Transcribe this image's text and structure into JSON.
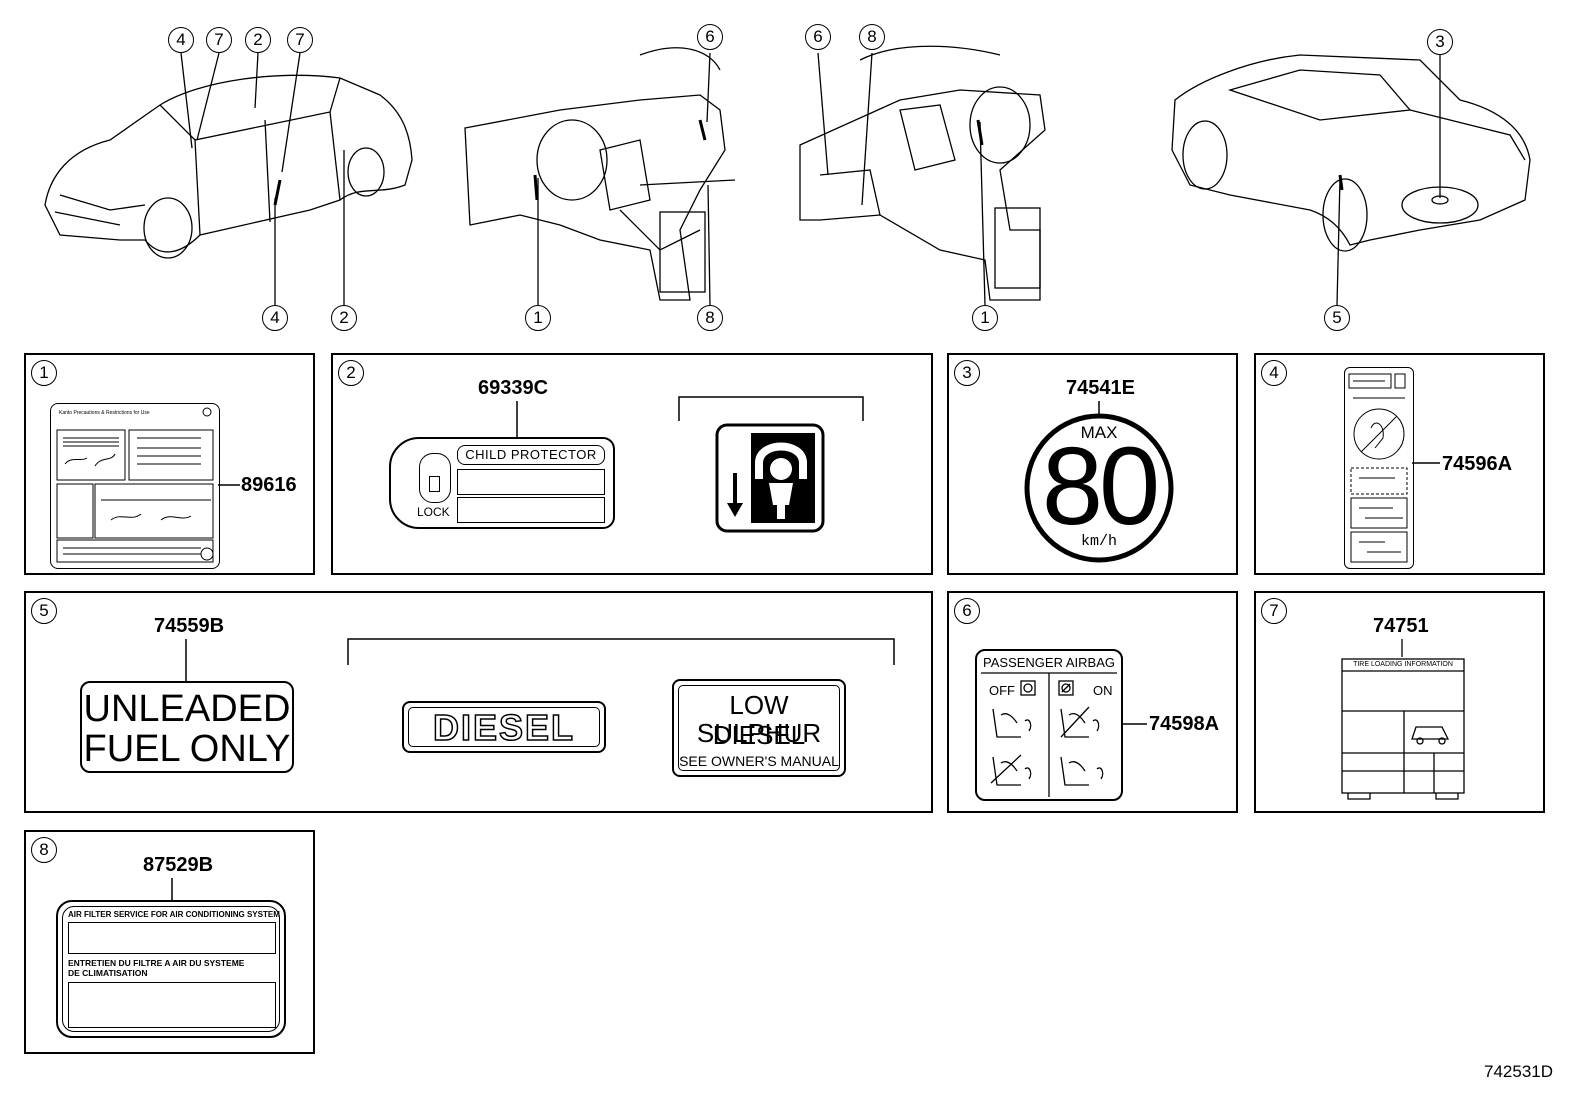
{
  "diagram_code": "742531D",
  "callouts": {
    "view1_top": [
      "4",
      "7",
      "2",
      "7"
    ],
    "view1_bottom": [
      "4",
      "2"
    ],
    "view2_top": [
      "6"
    ],
    "view2_bottom": [
      "1",
      "8"
    ],
    "view3_top": [
      "6",
      "8"
    ],
    "view3_bottom": [
      "1"
    ],
    "view4_top": [
      "3"
    ],
    "view4_bottom": [
      "5"
    ]
  },
  "panels": {
    "p1": {
      "num": "1",
      "part": "89616",
      "label_title": "Kanto Precautions & Restrictions for Use"
    },
    "p2": {
      "num": "2",
      "part": "69339C",
      "header": "CHILD PROTECTOR",
      "lock": "LOCK"
    },
    "p3": {
      "num": "3",
      "part": "74541E",
      "max": "MAX",
      "speed": "80",
      "unit": "km/h"
    },
    "p4": {
      "num": "4",
      "part": "74596A"
    },
    "p5": {
      "num": "5",
      "part": "74559B",
      "unleaded_line1": "UNLEADED",
      "unleaded_line2": "FUEL ONLY",
      "diesel": "DIESEL",
      "low_line1": "LOW SULPHUR",
      "low_line2": "DIESEL",
      "low_line3": "SEE OWNER'S MANUAL"
    },
    "p6": {
      "num": "6",
      "part": "74598A",
      "title": "PASSENGER AIRBAG",
      "off": "OFF",
      "on": "ON"
    },
    "p7": {
      "num": "7",
      "part": "74751",
      "title": "TIRE LOADING INFORMATION"
    },
    "p8": {
      "num": "8",
      "part": "87529B",
      "line_en": "AIR FILTER SERVICE FOR AIR CONDITIONING SYSTEM",
      "line_fr1": "ENTRETIEN DU FILTRE A AIR DU SYSTEME",
      "line_fr2": "DE CLIMATISATION"
    }
  }
}
